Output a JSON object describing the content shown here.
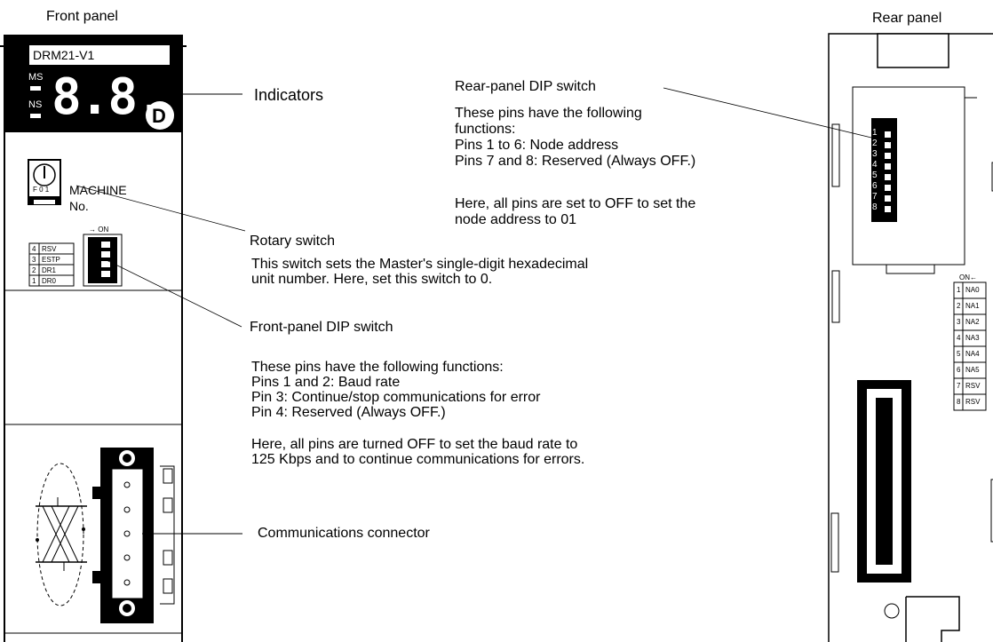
{
  "front_panel": {
    "title": "Front panel",
    "model": "DRM21-V1",
    "ms_label": "MS",
    "ns_label": "NS",
    "display": "8.8.",
    "logo_letter": "D",
    "rotary_label_line1": "MACHINE",
    "rotary_label_line2": "No.",
    "rotary_dial_text": "F 0 1",
    "dip_on_label": "→ ON",
    "dip_pins": [
      {
        "num": "4",
        "name": "RSV"
      },
      {
        "num": "3",
        "name": "ESTP"
      },
      {
        "num": "2",
        "name": "DR1"
      },
      {
        "num": "1",
        "name": "DR0"
      }
    ]
  },
  "rear_panel": {
    "title": "Rear panel",
    "dip_on_label": "ON",
    "dip_numbers": "1 2 3 4 5 6 7 8",
    "pin_table_on_label": "ON←",
    "pins": [
      {
        "num": "1",
        "name": "NA0"
      },
      {
        "num": "2",
        "name": "NA1"
      },
      {
        "num": "3",
        "name": "NA2"
      },
      {
        "num": "4",
        "name": "NA3"
      },
      {
        "num": "5",
        "name": "NA4"
      },
      {
        "num": "6",
        "name": "NA5"
      },
      {
        "num": "7",
        "name": "RSV"
      },
      {
        "num": "8",
        "name": "RSV"
      }
    ]
  },
  "annotations": {
    "indicators": "Indicators",
    "rear_dip": {
      "title": "Rear-panel DIP switch",
      "lines": [
        "These pins have the following",
        "functions:",
        "Pins 1 to 6: Node address",
        "Pins 7 and 8: Reserved (Always OFF.)"
      ],
      "note_lines": [
        "Here, all pins are set to OFF to set the",
        "node address to 01"
      ]
    },
    "rotary": {
      "title": "Rotary switch",
      "lines": [
        "This switch sets the Master's single-digit hexadecimal",
        "unit number. Here, set this switch to 0."
      ]
    },
    "front_dip": {
      "title": "Front-panel DIP switch",
      "lines": [
        "These pins have the following functions:",
        "Pins 1 and 2: Baud rate",
        "Pin 3: Continue/stop communications for error",
        "Pin 4: Reserved (Always OFF.)"
      ],
      "note_lines": [
        "Here, all pins are turned OFF to set the baud rate to",
        "125 Kbps and to continue communications for errors."
      ]
    },
    "connector": "Communications connector"
  }
}
